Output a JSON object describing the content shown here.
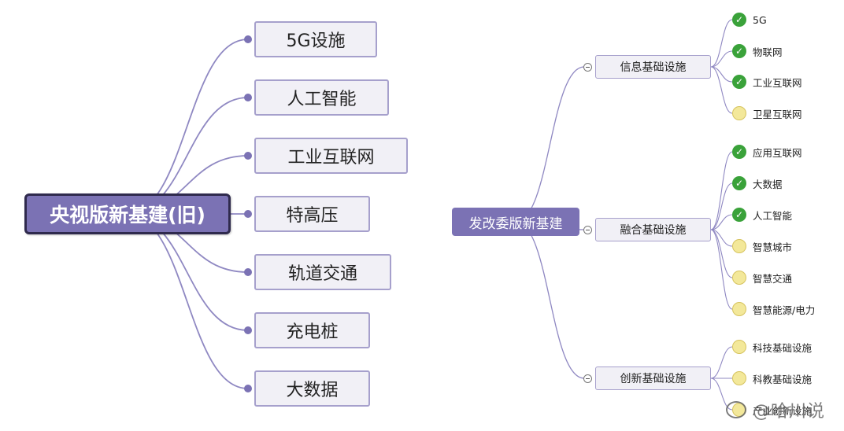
{
  "left_map": {
    "root": "央视版新基建(旧)",
    "items": [
      "5G设施",
      "人工智能",
      "工业互联网",
      "特高压",
      "轨道交通",
      "充电桩",
      "大数据"
    ]
  },
  "right_map": {
    "root": "发改委版新基建",
    "branches": [
      {
        "label": "信息基础设施",
        "items": [
          {
            "label": "5G",
            "status": "done"
          },
          {
            "label": "物联网",
            "status": "done"
          },
          {
            "label": "工业互联网",
            "status": "done"
          },
          {
            "label": "卫星互联网",
            "status": "todo"
          }
        ]
      },
      {
        "label": "融合基础设施",
        "items": [
          {
            "label": "应用互联网",
            "status": "done"
          },
          {
            "label": "大数据",
            "status": "done"
          },
          {
            "label": "人工智能",
            "status": "done"
          },
          {
            "label": "智慧城市",
            "status": "todo"
          },
          {
            "label": "智慧交通",
            "status": "todo"
          },
          {
            "label": "智慧能源/电力",
            "status": "todo"
          }
        ]
      },
      {
        "label": "创新基础设施",
        "items": [
          {
            "label": "科技基础设施",
            "status": "todo"
          },
          {
            "label": "科教基础设施",
            "status": "todo"
          },
          {
            "label": "产业创新设施",
            "status": "todo"
          }
        ]
      }
    ]
  },
  "watermark": "@哈川说",
  "colors": {
    "accent": "#7b72b4",
    "connector": "#8f88c2",
    "leaf_fill": "#f1f0f6",
    "leaf_border": "#a6a0cc",
    "done": "#3aa23a",
    "todo": "#f3e89a"
  },
  "icons": {
    "done": "check-circle-icon",
    "todo": "yellow-dot-icon",
    "collapse": "collapse-minus-icon",
    "watermark": "weibo-logo-icon"
  }
}
